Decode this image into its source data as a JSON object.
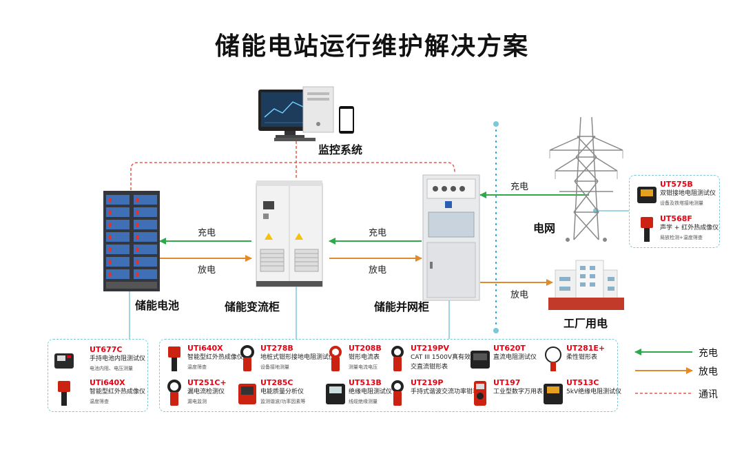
{
  "title": "储能电站运行维护解决方案",
  "nodes": {
    "monitor": "监控系统",
    "battery": "储能电池",
    "converter": "储能变流柜",
    "grid_cabinet": "储能并网柜",
    "grid": "电网",
    "factory": "工厂用电"
  },
  "flows": {
    "charge_1": "充电",
    "discharge_1": "放电",
    "charge_2": "充电",
    "discharge_2": "放电",
    "charge_3": "充电",
    "discharge_3": "放电"
  },
  "colors": {
    "charge": "#2ea84a",
    "discharge": "#e08a2a",
    "comm": "#e05a4a",
    "panel": "#7cc8d8",
    "brand": "#e60012"
  },
  "grid_instruments": [
    {
      "code": "UT575B",
      "name": "双钳接地电阻测试仪",
      "desc": "设备及铁塔接地测量"
    },
    {
      "code": "UT568F",
      "name": "声学 + 红外热成像仪",
      "desc": "局放检测+温度筛查"
    }
  ],
  "battery_instruments": [
    {
      "code": "UT677C",
      "name": "手持电池内阻测试仪",
      "desc": "电池内阻、电压测量"
    },
    {
      "code": "UTi640X",
      "name": "智能型红外热成像仪",
      "desc": "温度筛查"
    }
  ],
  "main_instruments": [
    {
      "code": "UTi640X",
      "name": "智能型红外热成像仪",
      "desc": "温度筛查"
    },
    {
      "code": "UT278B",
      "name": "地桩式钳形接地电阻测试仪",
      "desc": "设备接地测量"
    },
    {
      "code": "UT208B",
      "name": "钳形电流表",
      "desc": "测量电流电压"
    },
    {
      "code": "UT219PV",
      "name": "CAT III 1500V真有效值",
      "name2": "交直流钳形表",
      "desc": ""
    },
    {
      "code": "UT620T",
      "name": "直流电阻测试仪",
      "desc": ""
    },
    {
      "code": "UT281E+",
      "name": "柔性钳形表",
      "desc": ""
    },
    {
      "code": "UT251C+",
      "name": "漏电流检测仪",
      "desc": "漏电监测"
    },
    {
      "code": "UT285C",
      "name": "电能质量分析仪",
      "desc": "监测谐波/功率因素等"
    },
    {
      "code": "UT513B",
      "name": "绝缘电阻测试仪",
      "desc": "线缆绝缘测量"
    },
    {
      "code": "UT219P",
      "name": "手持式谐波交流功率钳表",
      "desc": ""
    },
    {
      "code": "UT197",
      "name": "工业型数字万用表",
      "desc": ""
    },
    {
      "code": "UT513C",
      "name": "5kV绝缘电阻测试仪",
      "desc": ""
    }
  ],
  "legend": {
    "charge": "充电",
    "discharge": "放电",
    "comm": "通讯"
  }
}
